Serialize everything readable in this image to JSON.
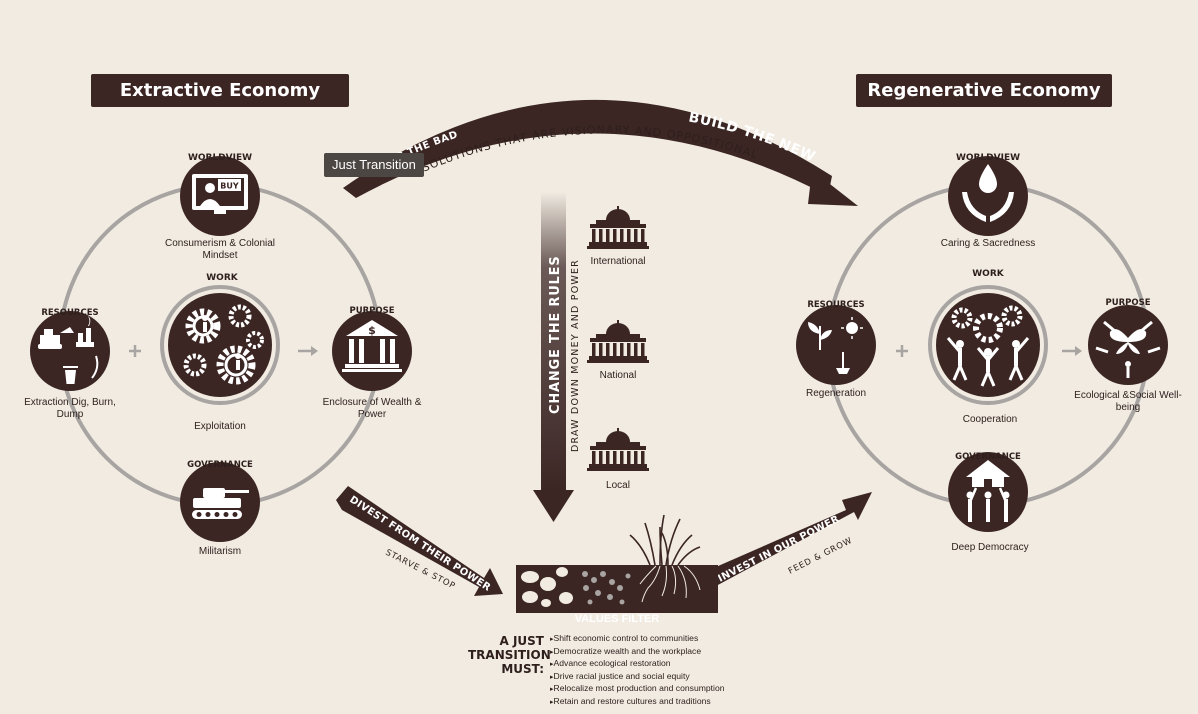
{
  "extractive": {
    "title": "Extractive Economy",
    "worldview": {
      "heading": "WORLDVIEW",
      "label": "Consumerism & Colonial Mindset",
      "screen_text": "BUY"
    },
    "work": {
      "heading": "WORK",
      "label": "Exploitation"
    },
    "resources": {
      "heading": "RESOURCES",
      "label": "Extraction Dig, Burn, Dump"
    },
    "purpose": {
      "heading": "PURPOSE",
      "label": "Enclosure of Wealth & Power"
    },
    "governance": {
      "heading": "GOVERNANCE",
      "label": "Militarism"
    }
  },
  "regenerative": {
    "title": "Regenerative Economy",
    "worldview": {
      "heading": "WORLDVIEW",
      "label": "Caring & Sacredness"
    },
    "work": {
      "heading": "WORK",
      "label": "Cooperation"
    },
    "resources": {
      "heading": "RESOURCES",
      "label": "Regeneration"
    },
    "purpose": {
      "heading": "PURPOSE",
      "label": "Ecological &Social Well-being"
    },
    "governance": {
      "heading": "GOVERNANCE",
      "label": "Deep Democracy"
    }
  },
  "top_arrow": {
    "stop_label": "STOP THE BAD",
    "build_label": "BUILD THE NEW",
    "solutions_label": "SOLUTIONS THAT ARE VISIONARY AND OPPOSITIONAL"
  },
  "tooltip": "Just Transition",
  "rules": {
    "title": "CHANGE THE RULES",
    "subtitle": "DRAW DOWN MONEY AND POWER",
    "levels": [
      "International",
      "National",
      "Local"
    ]
  },
  "divest": {
    "title": "DIVEST FROM THEIR POWER",
    "subtitle": "STARVE & STOP"
  },
  "invest": {
    "title": "INVEST IN OUR POWER",
    "subtitle": "FEED & GROW"
  },
  "values_filter": "VALUES FILTER",
  "must": [
    "A JUST",
    "TRANSITION",
    "MUST:"
  ],
  "must_items": [
    "Shift economic control to communities",
    "Democratize wealth and the workplace",
    "Advance ecological restoration",
    "Drive racial justice and social equity",
    "Relocalize most production and consumption",
    "Retain and restore cultures and traditions"
  ],
  "colors": {
    "dark": "#3b2624",
    "background": "#f1ebe2",
    "ring": "#a7a4a2",
    "tooltip": "#4d4744"
  }
}
